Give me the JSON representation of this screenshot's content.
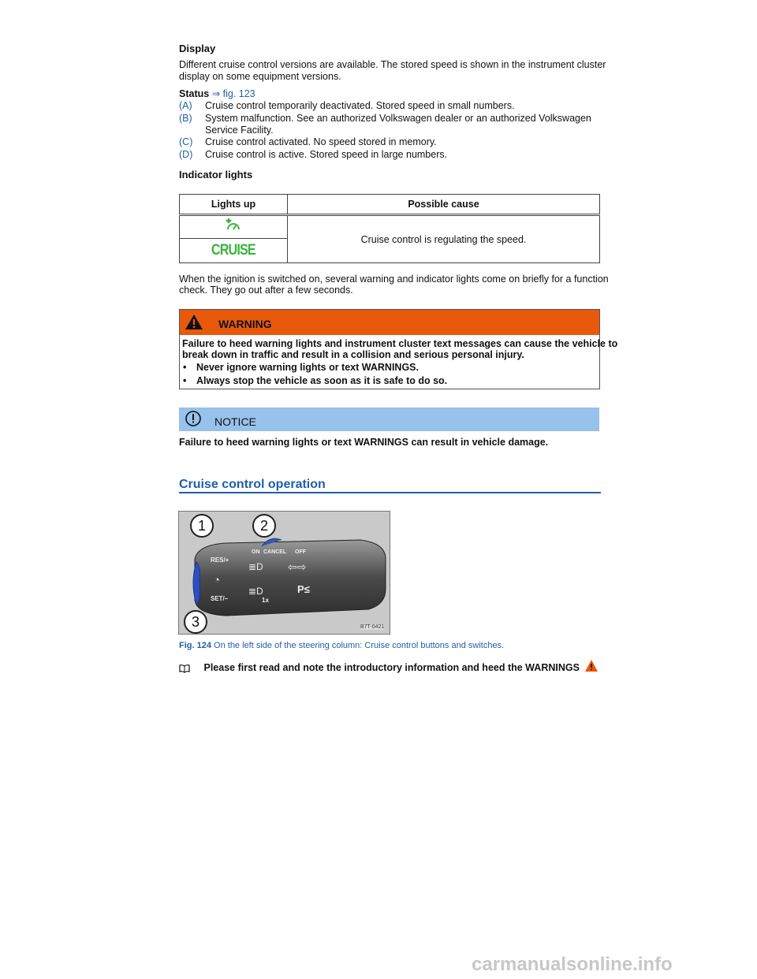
{
  "display": {
    "heading": "Display",
    "intro_line1": "Different cruise control versions are available. The stored speed is shown in the instrument cluster",
    "intro_line2": "display on some equipment versions."
  },
  "status": {
    "label": "Status",
    "figref": "⇒ fig. 123",
    "items": [
      {
        "letter": "(A)",
        "text": "Cruise control temporarily deactivated. Stored speed in small numbers."
      },
      {
        "letter": "(B)",
        "text_line1": "System malfunction. See an authorized Volkswagen dealer or an authorized Volkswagen",
        "text_line2": "Service Facility."
      },
      {
        "letter": "(C)",
        "text": "Cruise control activated. No speed stored in memory."
      },
      {
        "letter": "(D)",
        "text": "Cruise control is active. Stored speed in large numbers."
      }
    ]
  },
  "indicator": {
    "heading": "Indicator lights",
    "col_lights": "Lights up",
    "col_cause": "Possible cause",
    "cruise_lamp_text": "CRUISE",
    "cause_text": "Cruise control is regulating the speed.",
    "lamp_color": "#3db33d"
  },
  "ignition": {
    "line1": "When the ignition is switched on, several warning and indicator lights come on briefly for a function",
    "line2": "check. They go out after a few seconds."
  },
  "warning": {
    "title": "WARNING",
    "body_line1": "Failure to heed warning lights and instrument cluster text messages can cause the vehicle to",
    "body_line2": "break down in traffic and result in a collision and serious personal injury.",
    "bullets": [
      "Never ignore warning lights or text WARNINGS.",
      "Always stop the vehicle as soon as it is safe to do so."
    ],
    "color": "#e8590c"
  },
  "notice": {
    "title": "NOTICE",
    "body": "Failure to heed warning lights or text WARNINGS can result in vehicle damage.",
    "color": "#96c2ec"
  },
  "section": {
    "title": "Cruise control operation",
    "color": "#1f5fa8"
  },
  "figure": {
    "callouts": [
      "1",
      "2",
      "3"
    ],
    "switch_labels": {
      "res": "RES/+",
      "set": "SET/–",
      "on": "ON",
      "cancel": "CANCEL",
      "off": "OFF",
      "once": "1x"
    },
    "code": "B7T-0421",
    "caption_label": "Fig. 124",
    "caption_text": "On the left side of the steering column: Cruise control buttons and switches."
  },
  "read_note": {
    "icon": "book-icon",
    "text": "Please first read and note the introductory information and heed the WARNINGS"
  },
  "footer": {
    "watermark": "carmanualsonline.info"
  }
}
